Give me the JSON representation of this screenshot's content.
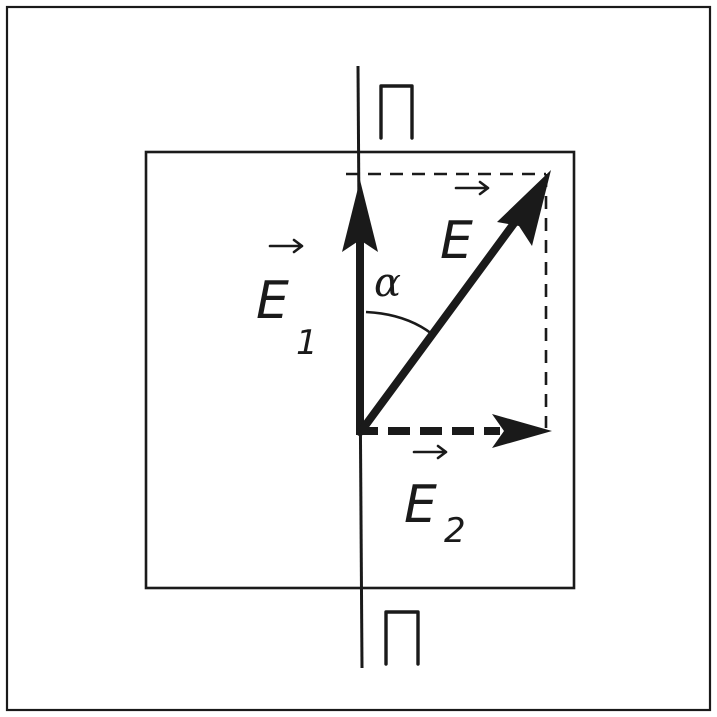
{
  "diagram": {
    "vectors": {
      "e1": {
        "letter": "E",
        "subscript": "1"
      },
      "e2": {
        "letter": "E",
        "subscript": "2"
      },
      "e": {
        "letter": "E",
        "subscript": ""
      }
    },
    "angle_label": "α",
    "plane_labels": [
      "П",
      "П"
    ]
  },
  "colors": {
    "ink": "#1a1a1a",
    "background": "#ffffff"
  }
}
